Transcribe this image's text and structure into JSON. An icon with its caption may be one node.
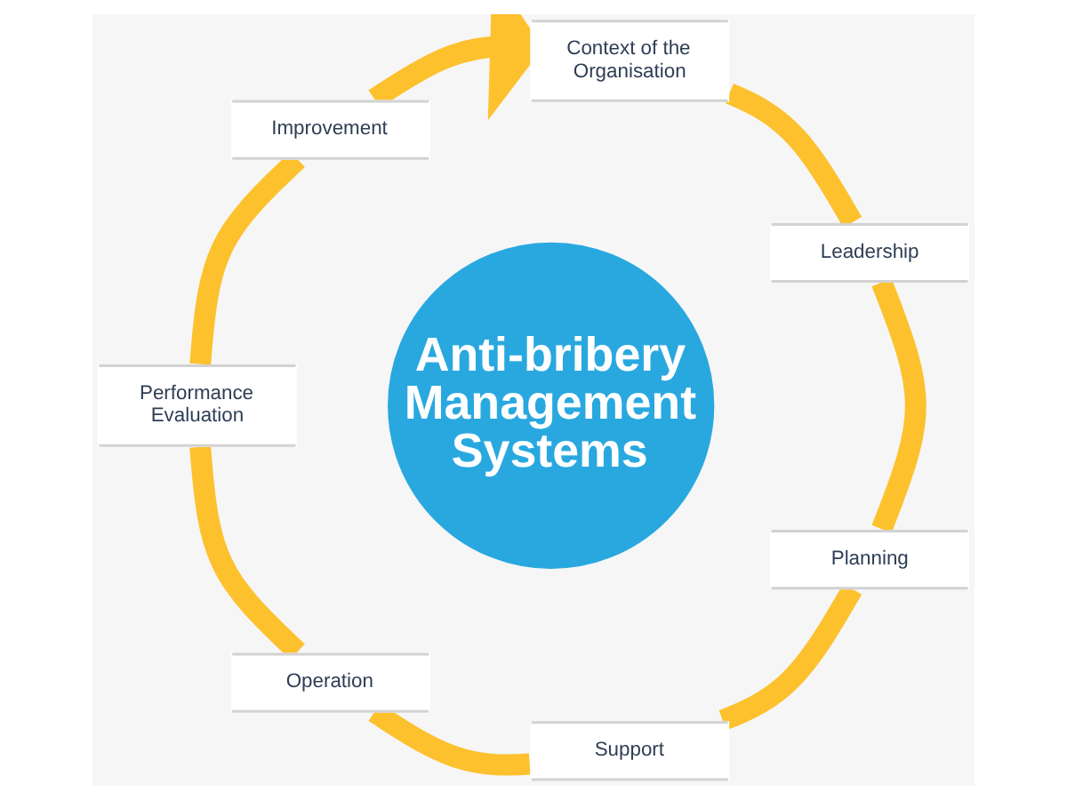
{
  "diagram": {
    "nodes": [
      {
        "text": [
          "Context of the Organisation"
        ]
      },
      {
        "text": [
          "Leadership"
        ]
      },
      {
        "text": [
          "Planning"
        ]
      },
      {
        "text": [
          "Support"
        ]
      },
      {
        "text": [
          "Operation"
        ]
      },
      {
        "text": [
          "Performance Evaluation"
        ]
      },
      {
        "text": [
          "Improvement"
        ]
      },
      {
        "text": [
          "Anti-bribery Management Systems"
        ]
      }
    ],
    "edges": [
      {
        "from": 0,
        "to": 1,
        "arrow": "none"
      },
      {
        "from": 1,
        "to": 2,
        "arrow": "none"
      },
      {
        "from": 2,
        "to": 3,
        "arrow": "none"
      },
      {
        "from": 3,
        "to": 4,
        "arrow": "none"
      },
      {
        "from": 4,
        "to": 5,
        "arrow": "none"
      },
      {
        "from": 5,
        "to": 6,
        "arrow": "none"
      },
      {
        "from": 6,
        "to": 0,
        "arrow": "to"
      }
    ]
  }
}
